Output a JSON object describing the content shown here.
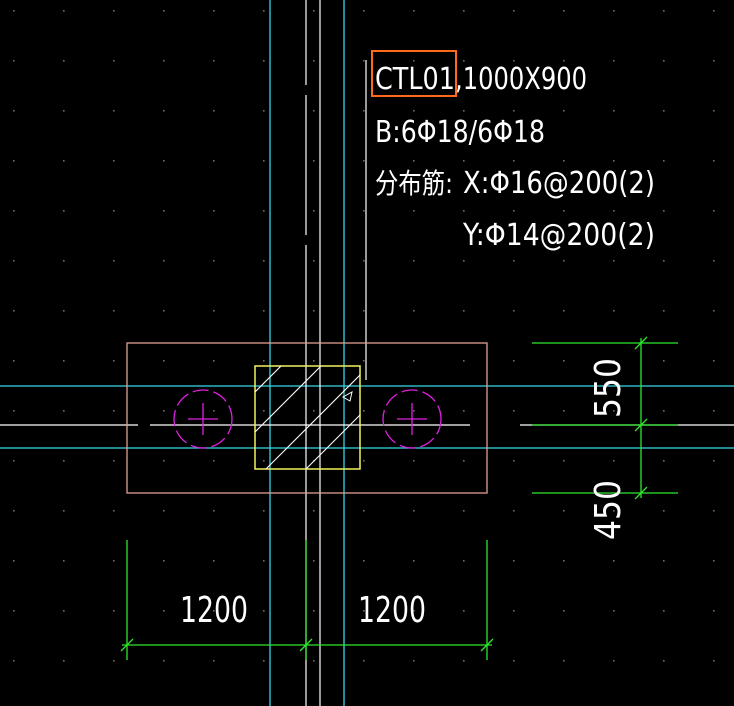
{
  "annotation": {
    "code": "CTL01",
    "size": ",1000X900",
    "bottom_rebar": "B:6Φ18/6Φ18",
    "dist_label": "分布筋:",
    "dist_x": "X:Φ16@200(2)",
    "dist_y": "Y:Φ14@200(2)"
  },
  "dimensions": {
    "horizontal_left": "1200",
    "horizontal_right": "1200",
    "vertical_top": "550",
    "vertical_bottom": "450"
  },
  "colors": {
    "background": "#000000",
    "grid_dots": "#6a6a6a",
    "axis_lines": "#35d8e6",
    "cap_outline": "#e0a090",
    "column_outline": "#f2f25a",
    "pile_circle": "#e020e0",
    "dimension_lines": "#2ee82e",
    "text": "#ffffff",
    "highlight_box": "#ff6a1a"
  }
}
